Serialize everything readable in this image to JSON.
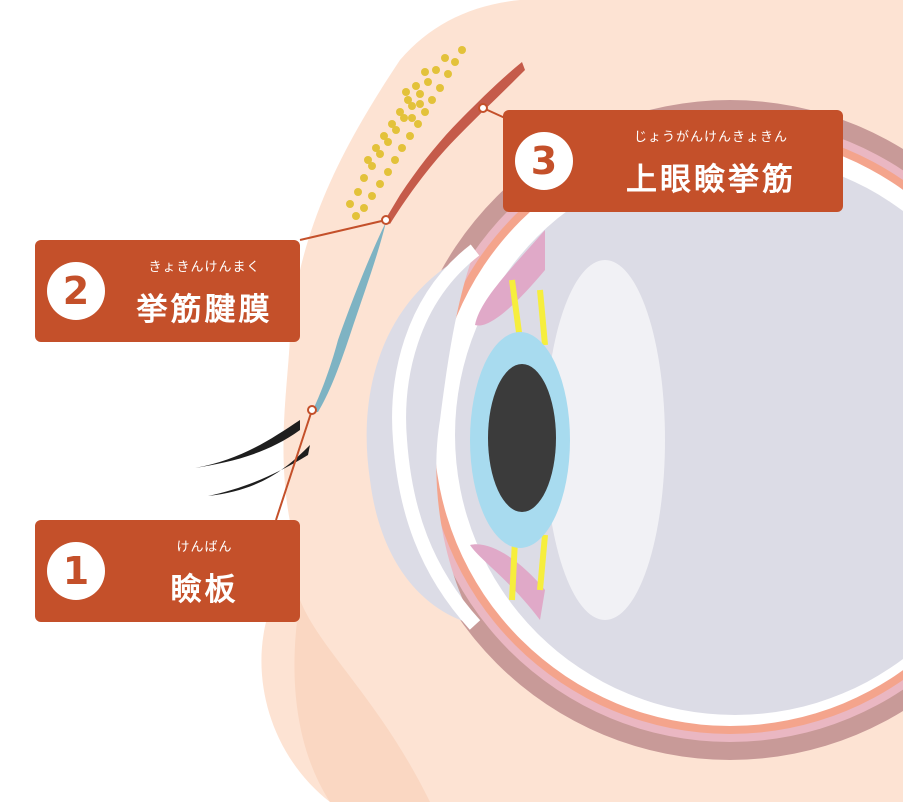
{
  "labels": [
    {
      "number": "1",
      "ruby": "けんばん",
      "term": "瞼板"
    },
    {
      "number": "2",
      "ruby": "きょきんけんまく",
      "term": "挙筋腱膜"
    },
    {
      "number": "3",
      "ruby": "じょうがんけんきょきん",
      "term": "上眼瞼挙筋"
    }
  ],
  "colors": {
    "callout": "#c4502a",
    "skin": "#fde3d3",
    "muscle": "#c55b4a",
    "aponeurosis": "#7eb3c3",
    "fat": "#e3c23a",
    "eyeball": "#dcdce6",
    "iris": "#a8dbef",
    "pupil": "#3b3b3b",
    "zonule": "#f6ee3d",
    "ciliary": "#e0a9c8"
  }
}
